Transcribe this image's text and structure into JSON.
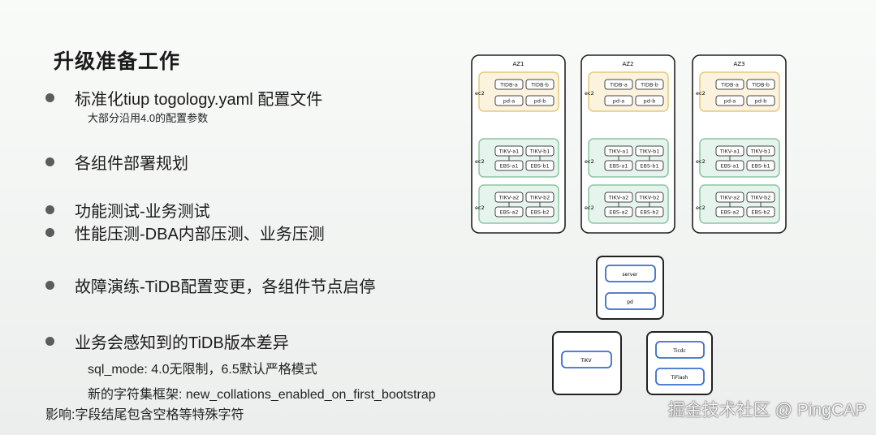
{
  "slide": {
    "title": "升级准备工作",
    "bullets": [
      {
        "text": "标准化tiup togology.yaml 配置文件",
        "sub": "大部分沿用4.0的配置参数"
      },
      {
        "text": "各组件部署规划"
      },
      {
        "text": "功能测试-业务测试"
      },
      {
        "text": "性能压测-DBA内部压测、业务压测"
      },
      {
        "text": "故障演练-TiDB配置变更，各组件节点启停"
      },
      {
        "text": "业务会感知到的TiDB版本差异"
      }
    ],
    "details": [
      "sql_mode: 4.0无限制，6.5默认严格模式",
      "新的字符集框架: new_collations_enabled_on_first_bootstrap",
      "影响:字段结尾包含空格等特殊字符"
    ]
  },
  "diagram": {
    "azs": [
      {
        "label": "AZ1",
        "tidb": [
          "TIDB-a",
          "TIDB-b"
        ],
        "pd": [
          "pd-a",
          "pd-b"
        ],
        "tikv1": [
          "TIKV-a1",
          "TIKV-b1"
        ],
        "ebs1": [
          "EBS-a1",
          "EBS-b1"
        ],
        "tikv2": [
          "TIKV-a2",
          "TIKV-b2"
        ],
        "ebs2": [
          "EBS-a2",
          "EBS-b2"
        ]
      },
      {
        "label": "AZ2",
        "tidb": [
          "TIDB-a",
          "TIDB-b"
        ],
        "pd": [
          "pd-a",
          "pd-b"
        ],
        "tikv1": [
          "TIKV-a1",
          "TIKV-b1"
        ],
        "ebs1": [
          "EBS-a1",
          "EBS-b1"
        ],
        "tikv2": [
          "TIKV-a2",
          "TIKV-b2"
        ],
        "ebs2": [
          "EBS-a2",
          "EBS-b2"
        ]
      },
      {
        "label": "AZ3",
        "tidb": [
          "TIDB-a",
          "TIDB-b"
        ],
        "pd": [
          "pd-a",
          "pd-b"
        ],
        "tikv1": [
          "TIKV-a1",
          "TIKV-b1"
        ],
        "ebs1": [
          "EBS-a1",
          "EBS-b1"
        ],
        "tikv2": [
          "TIKV-a2",
          "TIKV-b2"
        ],
        "ebs2": [
          "EBS-a2",
          "EBS-b2"
        ]
      }
    ],
    "ec2_label": "ec2",
    "server_label": "server",
    "pd_label": "pd",
    "tikv_label": "TiKV",
    "ticdc_label": "Ticdc",
    "tiflash_label": "TiFlash"
  },
  "watermark": "掘金技术社区 @ PingCAP",
  "colors": {
    "tidb_group": "#fbf3dd",
    "tidb_border": "#e3c97a",
    "tikv_group": "#e5f4ec",
    "tikv_border": "#8ec3a3",
    "node_border": "#3b6fc9"
  }
}
